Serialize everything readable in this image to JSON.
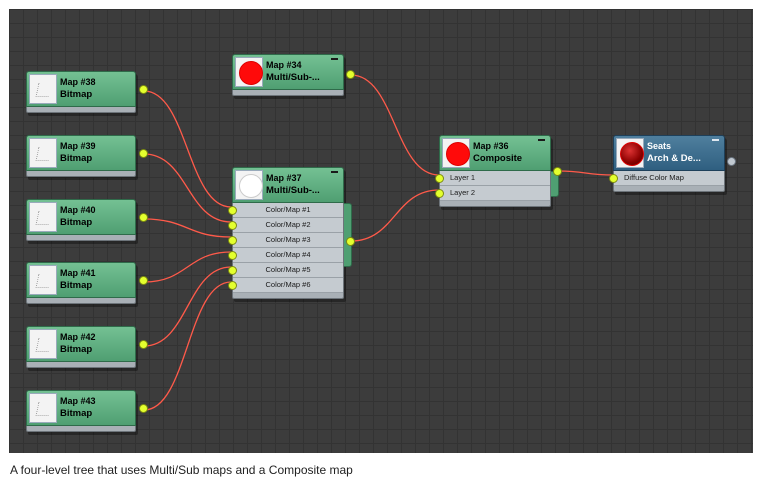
{
  "caption": "A four-level tree that uses Multi/Sub maps and a Composite map",
  "bitmaps": [
    {
      "title": "Map #38",
      "type": "Bitmap"
    },
    {
      "title": "Map #39",
      "type": "Bitmap"
    },
    {
      "title": "Map #40",
      "type": "Bitmap"
    },
    {
      "title": "Map #41",
      "type": "Bitmap"
    },
    {
      "title": "Map #42",
      "type": "Bitmap"
    },
    {
      "title": "Map #43",
      "type": "Bitmap"
    }
  ],
  "map34": {
    "title": "Map #34",
    "type": "Multi/Sub-..."
  },
  "map37": {
    "title": "Map #37",
    "type": "Multi/Sub-...",
    "slots": [
      "Color/Map #1",
      "Color/Map #2",
      "Color/Map #3",
      "Color/Map #4",
      "Color/Map #5",
      "Color/Map #6"
    ]
  },
  "map36": {
    "title": "Map #36",
    "type": "Composite",
    "layers": [
      "Layer 1",
      "Layer 2"
    ]
  },
  "seats": {
    "title": "Seats",
    "type": "Arch & De...",
    "slot": "Diffuse Color Map"
  },
  "colors": {
    "wire": "#ff5a4a",
    "socket": "#e4ff2e",
    "node_green": "#5cb07f",
    "node_blue": "#2f5f80",
    "canvas": "#3c3c3c"
  }
}
